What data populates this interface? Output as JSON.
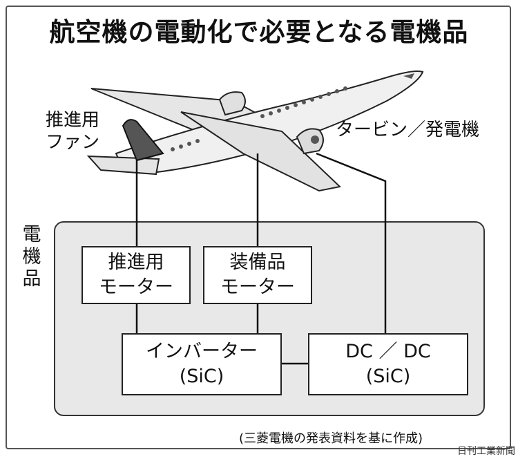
{
  "title": "航空機の電動化で必要となる電機品",
  "labels": {
    "propulsion_fan_line1": "推進用",
    "propulsion_fan_line2": "ファン",
    "turbine_generator": "タービン／発電機",
    "electrical_components_vertical": [
      "電",
      "機",
      "品"
    ]
  },
  "boxes": {
    "propulsion_motor": [
      "推進用",
      "モーター"
    ],
    "equipment_motor": [
      "装備品",
      "モーター"
    ],
    "inverter": [
      "インバーター",
      "(SiC)"
    ],
    "dcdc": [
      "DC ／ DC",
      "(SiC)"
    ]
  },
  "source": "(三菱電機の発表資料を基に作成)",
  "credit": "日刊工業新聞"
}
